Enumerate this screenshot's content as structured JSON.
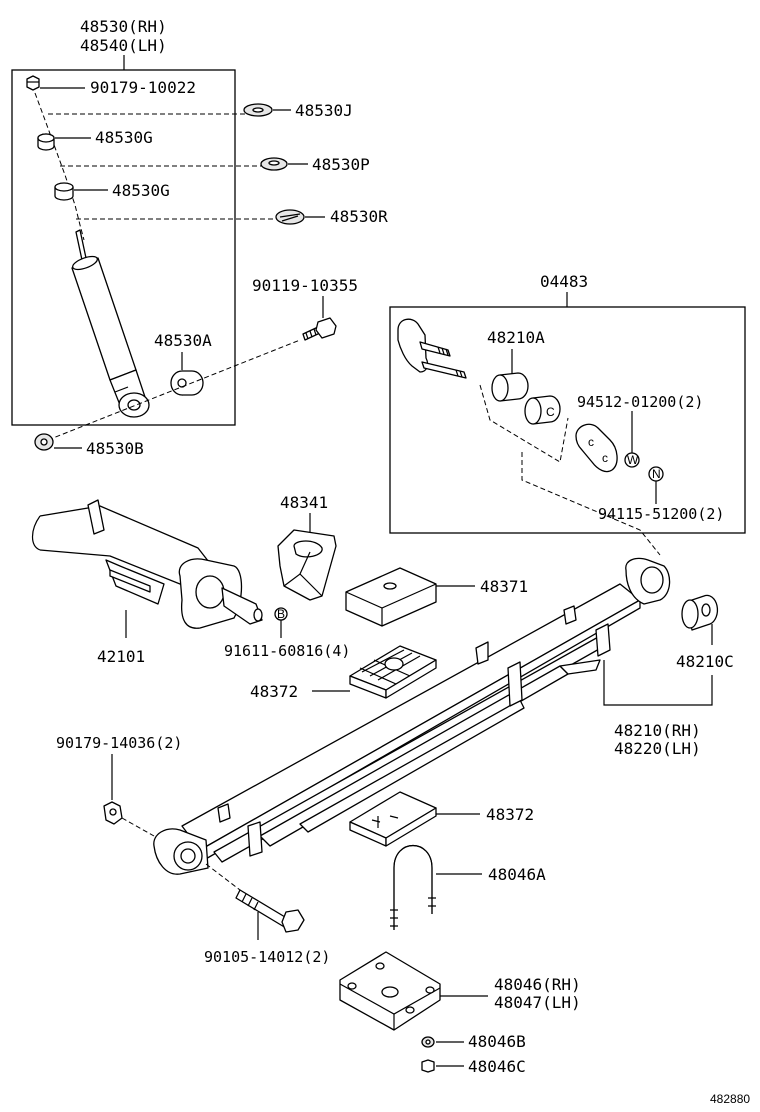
{
  "shock": {
    "title_rh": "48530(RH)",
    "title_lh": "48540(LH)",
    "nut_top": "90179-10022",
    "washer_j": "48530J",
    "cushion_g1": "48530G",
    "retainer_p": "48530P",
    "cushion_g2": "48530G",
    "retainer_r": "48530R",
    "bushing_a": "48530A",
    "bolt_upper": "90119-10355",
    "nut_lower": "48530B"
  },
  "kit": {
    "title": "04483",
    "shackle_bush": "48210A",
    "nut_a": "94512-01200(2)",
    "nut_b": "94115-51200(2)"
  },
  "spring": {
    "axle": "42101",
    "bumper_bracket": "48341",
    "bolt_bracket": "91611-60816(4)",
    "bumper": "48371",
    "pad_upper": "48372",
    "bush_c": "48210C",
    "leaf_rh": "48210(RH)",
    "leaf_lh": "48220(LH)",
    "nut_front": "90179-14036(2)",
    "pad_lower": "48372",
    "u_bolt": "48046A",
    "bolt_front": "90105-14012(2)",
    "seat_rh": "48046(RH)",
    "seat_lh": "48047(LH)",
    "washer_b": "48046B",
    "nut_c": "48046C"
  },
  "ref_number": "482880",
  "markers": {
    "b": "B",
    "c": "C",
    "w": "W",
    "n": "N"
  }
}
